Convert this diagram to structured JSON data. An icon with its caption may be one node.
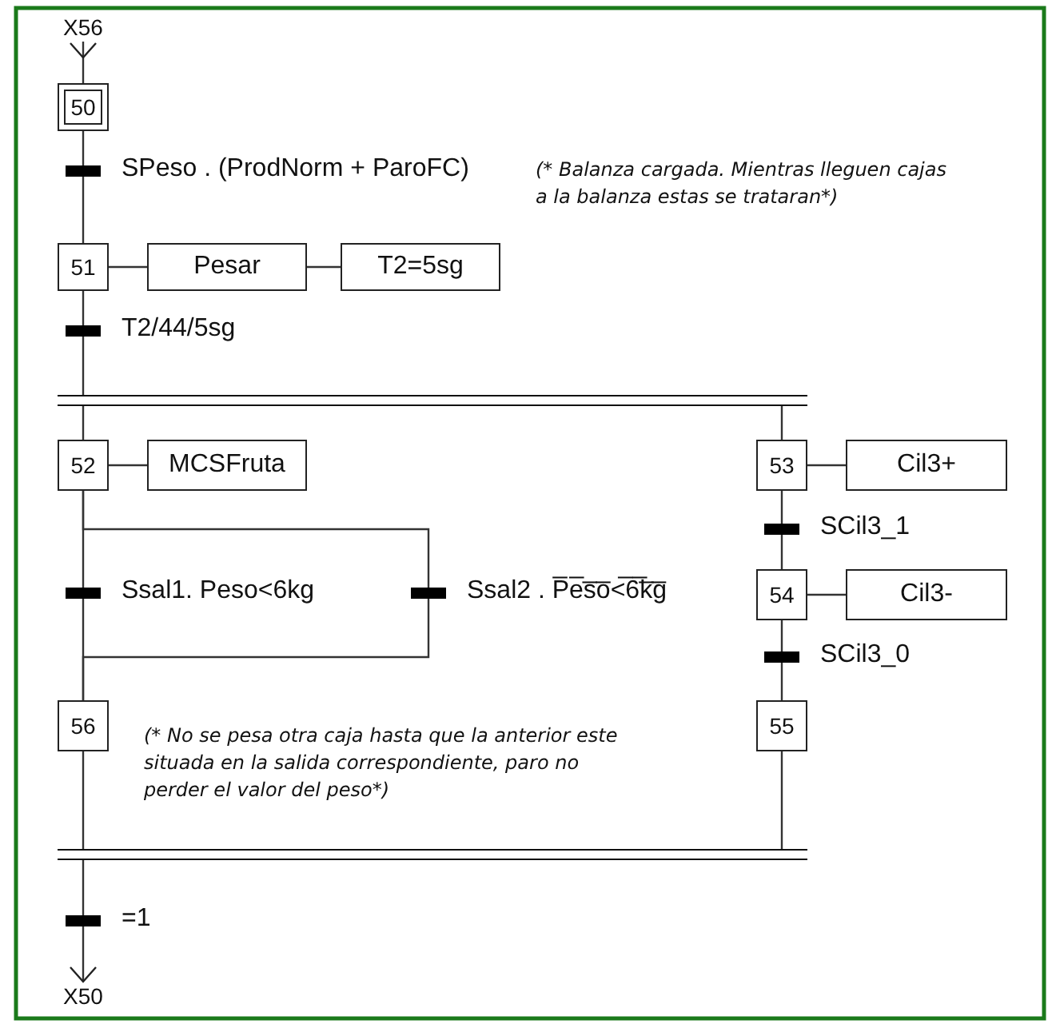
{
  "diagram": {
    "nodes": [
      {
        "text": [
          "X56"
        ]
      },
      {
        "text": [
          "50"
        ]
      },
      {
        "text": [
          "51"
        ]
      },
      {
        "text": [
          "Pesar"
        ]
      },
      {
        "text": [
          "T2=5sg"
        ]
      },
      {
        "text": [],
        "shape": "bar"
      },
      {
        "text": [
          "52"
        ]
      },
      {
        "text": [
          "MCSFruta"
        ]
      },
      {
        "text": [
          "53"
        ]
      },
      {
        "text": [
          "Cil3+"
        ]
      },
      {
        "text": [
          "54"
        ]
      },
      {
        "text": [
          "Cil3-"
        ]
      },
      {
        "text": [
          "56"
        ]
      },
      {
        "text": [
          "55"
        ]
      },
      {
        "text": [],
        "shape": "bar"
      },
      {
        "text": [
          "X50"
        ]
      }
    ],
    "edges": [
      {
        "from": 0,
        "to": 1,
        "arrow": "to"
      },
      {
        "from": 1,
        "to": 2,
        "arrow": "none",
        "label": "SPeso . (ProdNorm + ParoFC)"
      },
      {
        "from": 2,
        "to": 3,
        "arrow": "none"
      },
      {
        "from": 3,
        "to": 4,
        "arrow": "none"
      },
      {
        "from": 2,
        "to": 5,
        "arrow": "none",
        "label": "T2/44/5sg"
      },
      {
        "from": 5,
        "to": 6,
        "arrow": "none"
      },
      {
        "from": 5,
        "to": 8,
        "arrow": "none"
      },
      {
        "from": 6,
        "to": 7,
        "arrow": "none"
      },
      {
        "from": 8,
        "to": 9,
        "arrow": "none"
      },
      {
        "from": 8,
        "to": 10,
        "arrow": "none",
        "label": "SCil3_1"
      },
      {
        "from": 10,
        "to": 11,
        "arrow": "none"
      },
      {
        "from": 10,
        "to": 13,
        "arrow": "none",
        "label": "SCil3_0"
      },
      {
        "from": 6,
        "to": 12,
        "arrow": "none",
        "label": "Ssal1. Peso<6kg"
      },
      {
        "from": 6,
        "to": 12,
        "arrow": "none",
        "label": "Ssal2 . P̅e̅s̅o̅<̅6̅k̅g̅"
      },
      {
        "from": 12,
        "to": 14,
        "arrow": "none"
      },
      {
        "from": 13,
        "to": 14,
        "arrow": "none"
      },
      {
        "from": 14,
        "to": 15,
        "arrow": "to",
        "label": "=1"
      }
    ],
    "labels": [
      "(* Balanza cargada. Mientras lleguen cajas a la balanza estas se trataran*)",
      "(* No se pesa otra caja hasta que la anterior este situada en la salida correspondiente, paro no perder el valor del peso*)"
    ]
  }
}
